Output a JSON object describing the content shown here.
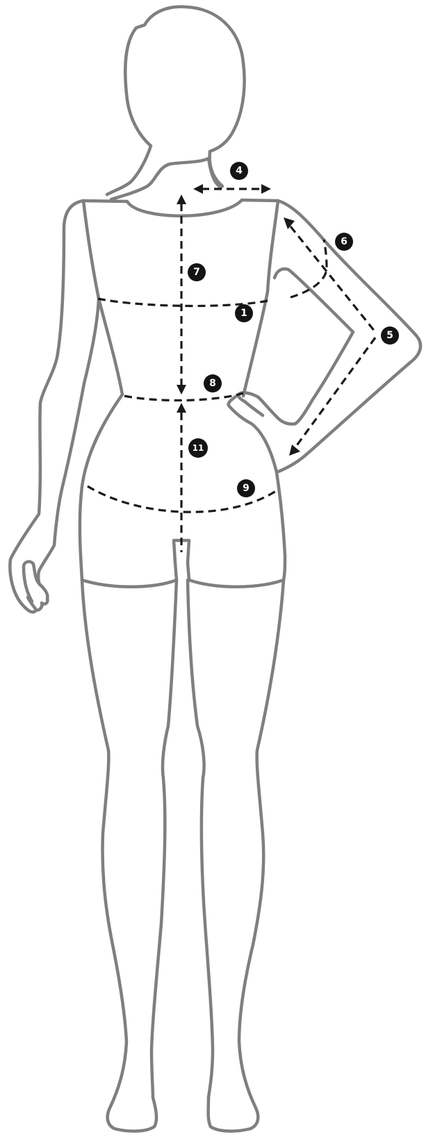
{
  "colors": {
    "background": "#ffffff",
    "outline": "#7f7f81",
    "guide": "#1a1a1a",
    "badge": "#141414",
    "badge_text": "#ffffff"
  },
  "markers": {
    "m1": "1",
    "m4": "4",
    "m5": "5",
    "m6": "6",
    "m7": "7",
    "m8": "8",
    "m9": "9",
    "m11": "11"
  }
}
